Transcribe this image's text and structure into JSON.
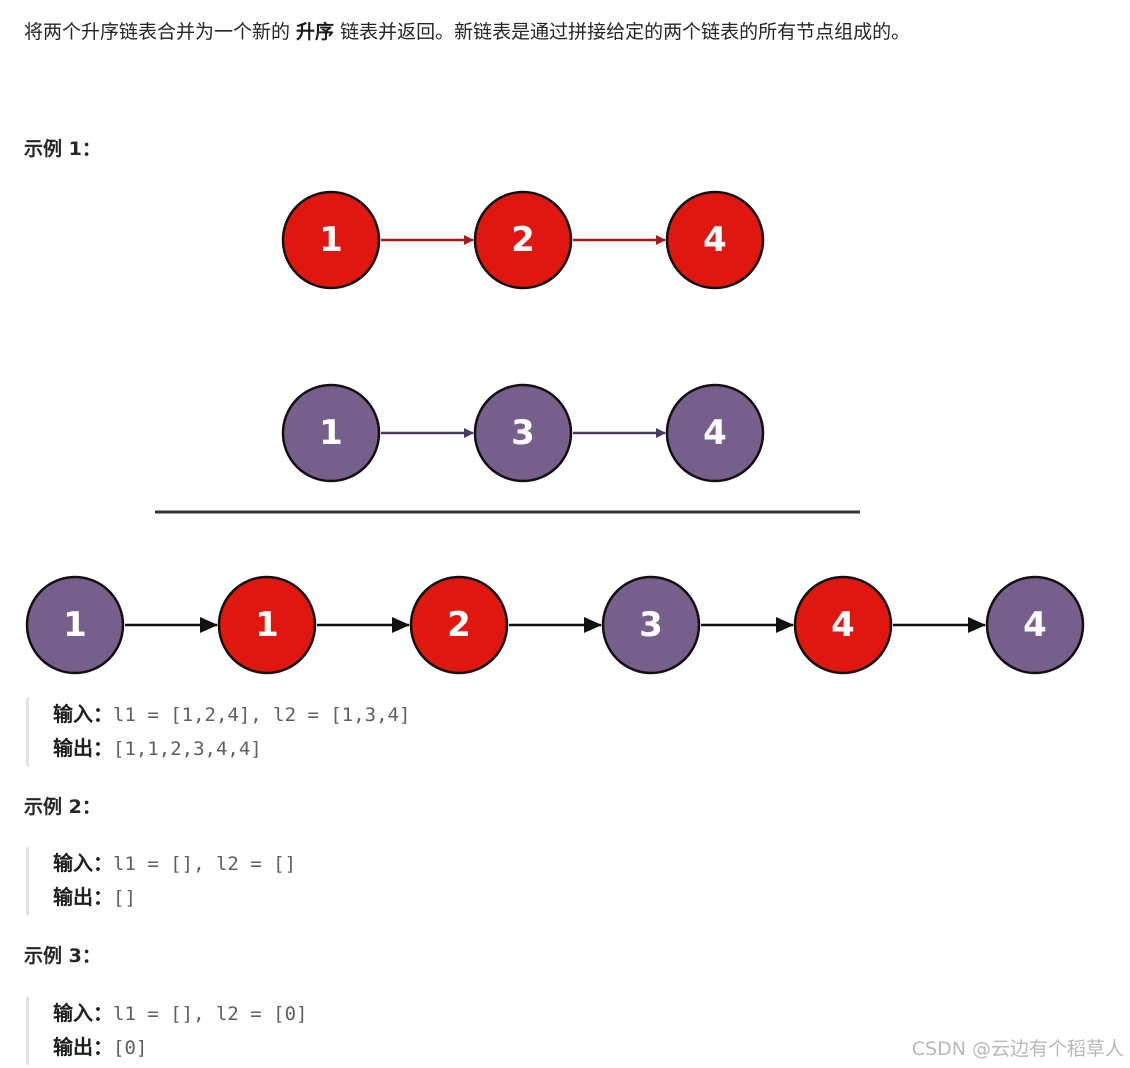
{
  "intro": {
    "before": "将两个升序链表合并为一个新的 ",
    "bold": "升序",
    "after": " 链表并返回。新链表是通过拼接给定的两个链表的所有节点组成的。"
  },
  "examples": [
    {
      "heading": "示例 1：",
      "input_label": "输入：",
      "input_value": "l1 = [1,2,4], l2 = [1,3,4]",
      "output_label": "输出：",
      "output_value": "[1,1,2,3,4,4]"
    },
    {
      "heading": "示例 2：",
      "input_label": "输入：",
      "input_value": "l1 = [], l2 = []",
      "output_label": "输出：",
      "output_value": "[]"
    },
    {
      "heading": "示例 3：",
      "input_label": "输入：",
      "input_value": "l1 = [], l2 = [0]",
      "output_label": "输出：",
      "output_value": "[0]"
    }
  ],
  "diagram": {
    "colors": {
      "list1": "#e0170f",
      "list2": "#775f8c",
      "list1_arrow": "#a3191c",
      "list2_arrow": "#4e3a66",
      "merged_arrow": "#111111"
    },
    "list1": [
      "1",
      "2",
      "4"
    ],
    "list2": [
      "1",
      "3",
      "4"
    ],
    "merged": [
      {
        "label": "1",
        "source": "list2"
      },
      {
        "label": "1",
        "source": "list1"
      },
      {
        "label": "2",
        "source": "list1"
      },
      {
        "label": "3",
        "source": "list2"
      },
      {
        "label": "4",
        "source": "list1"
      },
      {
        "label": "4",
        "source": "list2"
      }
    ]
  },
  "watermark": "CSDN @云边有个稻草人"
}
